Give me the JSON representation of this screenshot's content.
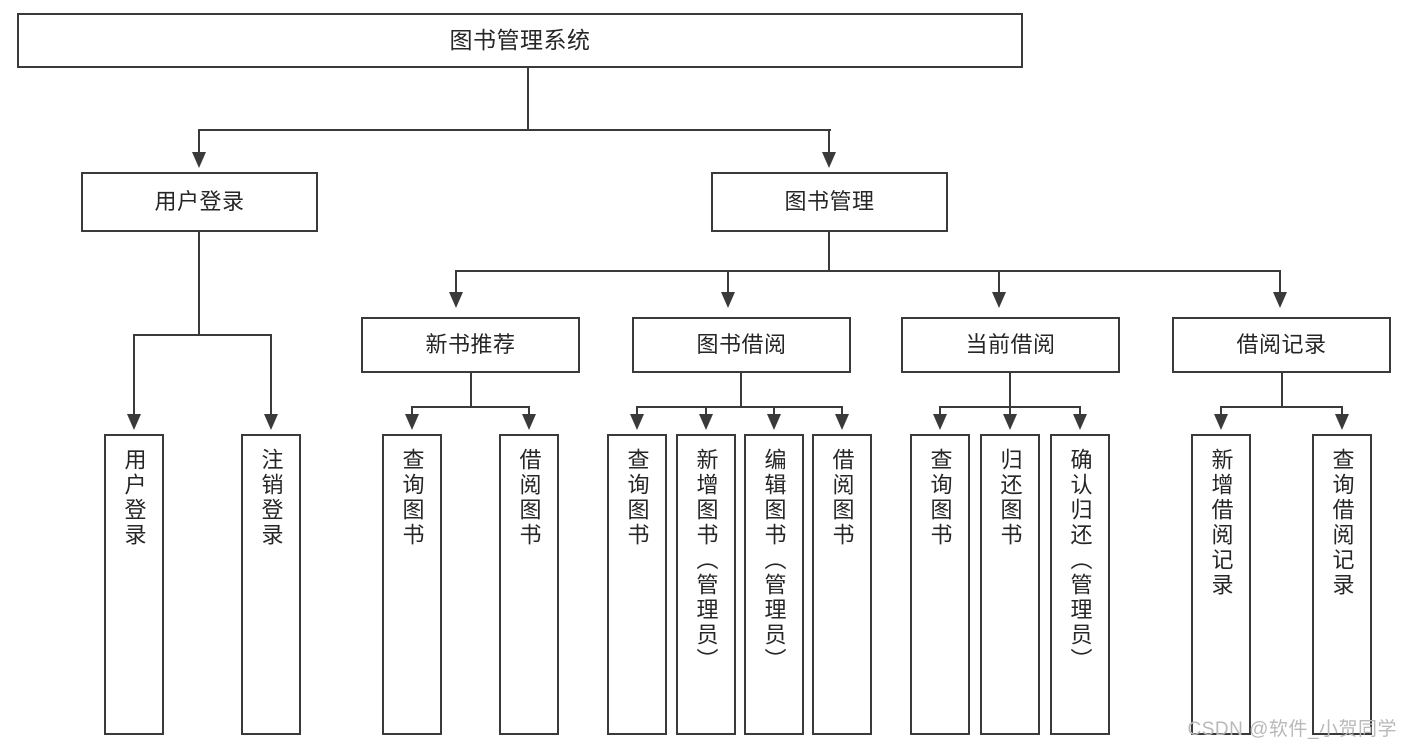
{
  "diagram": {
    "title": "图书管理系统",
    "type": "tree-hierarchy",
    "watermark": "CSDN @软件_小贺同学"
  },
  "root": {
    "label": "图书管理系统"
  },
  "level2": [
    {
      "label": "用户登录"
    },
    {
      "label": "图书管理"
    }
  ],
  "level3": [
    {
      "label": "新书推荐"
    },
    {
      "label": "图书借阅"
    },
    {
      "label": "当前借阅"
    },
    {
      "label": "借阅记录"
    }
  ],
  "leaves": {
    "user_login": [
      {
        "label": "用户登录"
      },
      {
        "label": "注销登录"
      }
    ],
    "new_book": [
      {
        "label": "查询图书"
      },
      {
        "label": "借阅图书"
      }
    ],
    "book_borrow": [
      {
        "label": "查询图书"
      },
      {
        "label": "新增图书（管理员）"
      },
      {
        "label": "编辑图书（管理员）"
      },
      {
        "label": "借阅图书"
      }
    ],
    "current_borrow": [
      {
        "label": "查询图书"
      },
      {
        "label": "归还图书"
      },
      {
        "label": "确认归还（管理员）"
      }
    ],
    "borrow_record": [
      {
        "label": "新增借阅记录"
      },
      {
        "label": "查询借阅记录"
      }
    ]
  },
  "colors": {
    "stroke": "#3a3a3a",
    "fill": "#ffffff",
    "text": "#262626",
    "watermark": "#b9b9b9"
  }
}
